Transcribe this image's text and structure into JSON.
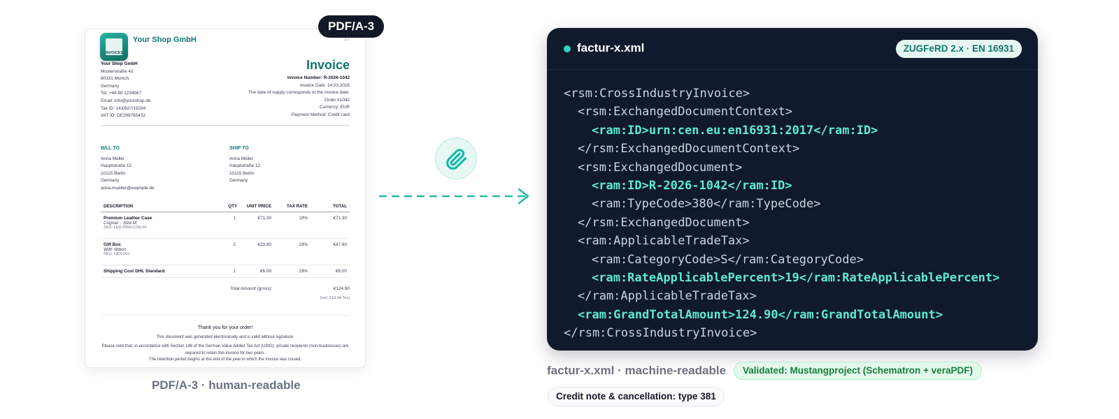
{
  "invoice": {
    "badge": "PDF/A-3",
    "logo_text": "INVOICES",
    "shop_name": "Your Shop GmbH",
    "page": "1/1",
    "seller": [
      "Your Shop GmbH",
      "Musterstraße 42",
      "80331 Munich",
      "Germany",
      "Tel: +49 89 1234567",
      "Email: info@yourshop.de",
      "Tax ID: 143/827/19284",
      "VAT ID: DE298765432"
    ],
    "title": "Invoice",
    "meta": [
      "Invoice Number: R-2026-1042",
      "Invoice Date: 14.03.2026",
      "The date of supply corresponds to the invoice date.",
      "Order #1042",
      "Currency: EUR",
      "Payment Method: Credit card"
    ],
    "bill_to": {
      "heading": "BILL TO",
      "lines": [
        "Anna Müller",
        "Hauptstraße 12",
        "10115 Berlin",
        "Germany",
        "anna.mueller@example.de"
      ]
    },
    "ship_to": {
      "heading": "SHIP TO",
      "lines": [
        "Anna Müller",
        "Hauptstraße 12",
        "10115 Berlin",
        "Germany"
      ]
    },
    "table": {
      "headers": {
        "description": "DESCRIPTION",
        "qty": "QTY",
        "unit_price": "UNIT PRICE",
        "tax_rate": "TAX RATE",
        "total": "TOTAL"
      },
      "rows": [
        {
          "name": "Premium Leather Case",
          "variant": "Cognac · Size M",
          "sku": "SKU: LED-PRM-COG-M",
          "qty": "1",
          "unit_price": "€71.30",
          "tax_rate": "19%",
          "total": "€71.30"
        },
        {
          "name": "Gift Box",
          "variant": "With ribbon",
          "sku": "SKU: GBX-001",
          "qty": "2",
          "unit_price": "€23.80",
          "tax_rate": "19%",
          "total": "€47.60"
        },
        {
          "name": "Shipping Cost DHL Standard",
          "variant": "",
          "sku": "",
          "qty": "1",
          "unit_price": "€6.00",
          "tax_rate": "19%",
          "total": "€6.00"
        }
      ]
    },
    "totals": {
      "label": "Total Amount (gross):",
      "value": "€124.90",
      "tax_note": "(incl. €19.94 Tax)"
    },
    "footer": {
      "thanks": "Thank you for your order!",
      "lines": [
        "This document was generated electronically and is valid without signature.",
        "Please note that, in accordance with Section 14b of the German Value Added Tax Act (UStG), private recipients (non-businesses) are",
        "required to retain this invoice for two years.",
        "The retention period begins at the end of the year in which the invoice was issued."
      ]
    }
  },
  "caption_left": "PDF/A-3 · human-readable",
  "xml": {
    "file_title": "factur-x.xml",
    "standard_badge": "ZUGFeRD 2.x · EN 16931",
    "lines": [
      {
        "indent": 0,
        "text": "<rsm:CrossIndustryInvoice>",
        "hl": false
      },
      {
        "indent": 1,
        "text": "<rsm:ExchangedDocumentContext>",
        "hl": false
      },
      {
        "indent": 2,
        "text": "<ram:ID>urn:cen.eu:en16931:2017</ram:ID>",
        "hl": true
      },
      {
        "indent": 1,
        "text": "</rsm:ExchangedDocumentContext>",
        "hl": false
      },
      {
        "indent": 1,
        "text": "<rsm:ExchangedDocument>",
        "hl": false
      },
      {
        "indent": 2,
        "text": "<ram:ID>R-2026-1042</ram:ID>",
        "hl": true
      },
      {
        "indent": 2,
        "text": "<ram:TypeCode>380</ram:TypeCode>",
        "hl": false
      },
      {
        "indent": 1,
        "text": "</rsm:ExchangedDocument>",
        "hl": false
      },
      {
        "indent": 1,
        "text": "<ram:ApplicableTradeTax>",
        "hl": false
      },
      {
        "indent": 2,
        "text": "<ram:CategoryCode>S</ram:CategoryCode>",
        "hl": false
      },
      {
        "indent": 2,
        "text": "<ram:RateApplicablePercent>19</ram:RateApplicablePercent>",
        "hl": true
      },
      {
        "indent": 1,
        "text": "</ram:ApplicableTradeTax>",
        "hl": false
      },
      {
        "indent": 1,
        "text": "<ram:GrandTotalAmount>124.90</ram:GrandTotalAmount>",
        "hl": true
      },
      {
        "indent": 0,
        "text": "</rsm:CrossIndustryInvoice>",
        "hl": false
      }
    ]
  },
  "caption_right": "factur-x.xml · machine-readable",
  "validated_badge": "Validated: Mustangproject (Schematron + veraPDF)",
  "credit_badge": "Credit note & cancellation: type 381",
  "icons": {
    "attachment": "paperclip-icon",
    "arrow": "dashed-arrow-right-icon"
  },
  "colors": {
    "accent": "#0f766e",
    "code_bg": "#111a2c",
    "highlight": "#5eead4",
    "dark_badge": "#111827"
  }
}
